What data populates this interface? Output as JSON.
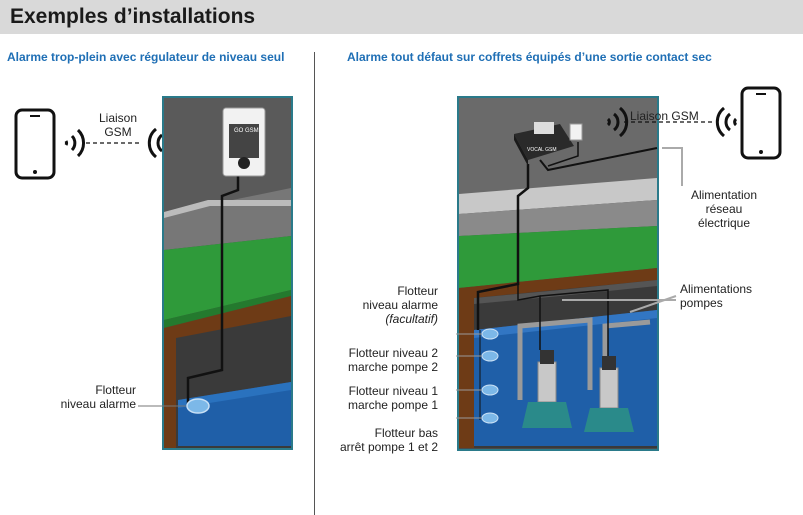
{
  "page_title": "Exemples d’installations",
  "left": {
    "subtitle": "Alarme trop-plein avec régulateur de niveau seul",
    "liaison_gsm_line1": "Liaison",
    "liaison_gsm_line2": "GSM",
    "device_label": "GO GSM",
    "flotteur_line1": "Flotteur",
    "flotteur_line2": "niveau alarme"
  },
  "right": {
    "subtitle": "Alarme tout défaut sur coffrets équipés d’une sortie contact sec",
    "liaison_gsm": "Liaison GSM",
    "box_label": "VOCAL GSM",
    "alim_reseau_line1": "Alimentation",
    "alim_reseau_line2": "réseau",
    "alim_reseau_line3": "électrique",
    "alim_pompes_line1": "Alimentations",
    "alim_pompes_line2": "pompes",
    "float1_line1": "Flotteur",
    "float1_line2": "niveau alarme",
    "float1_line3": "(facultatif)",
    "float2_line1": "Flotteur niveau 2",
    "float2_line2": "marche pompe 2",
    "float3_line1": "Flotteur niveau 1",
    "float3_line2": "marche pompe 1",
    "float4_line1": "Flotteur bas",
    "float4_line2": "arrêt pompe 1 et 2"
  },
  "colors": {
    "title_bar": "#d9d9d9",
    "subtitle": "#1f6fb5",
    "water": "#1f5fa8",
    "grass": "#2f9a3a",
    "soil": "#6e3b16",
    "wall": "#3a3a3a",
    "frame": "#2a7a8a"
  },
  "icons": [
    "smartphone-icon",
    "signal-waves-icon",
    "gsm-device-icon",
    "pump-icon",
    "float-icon"
  ]
}
